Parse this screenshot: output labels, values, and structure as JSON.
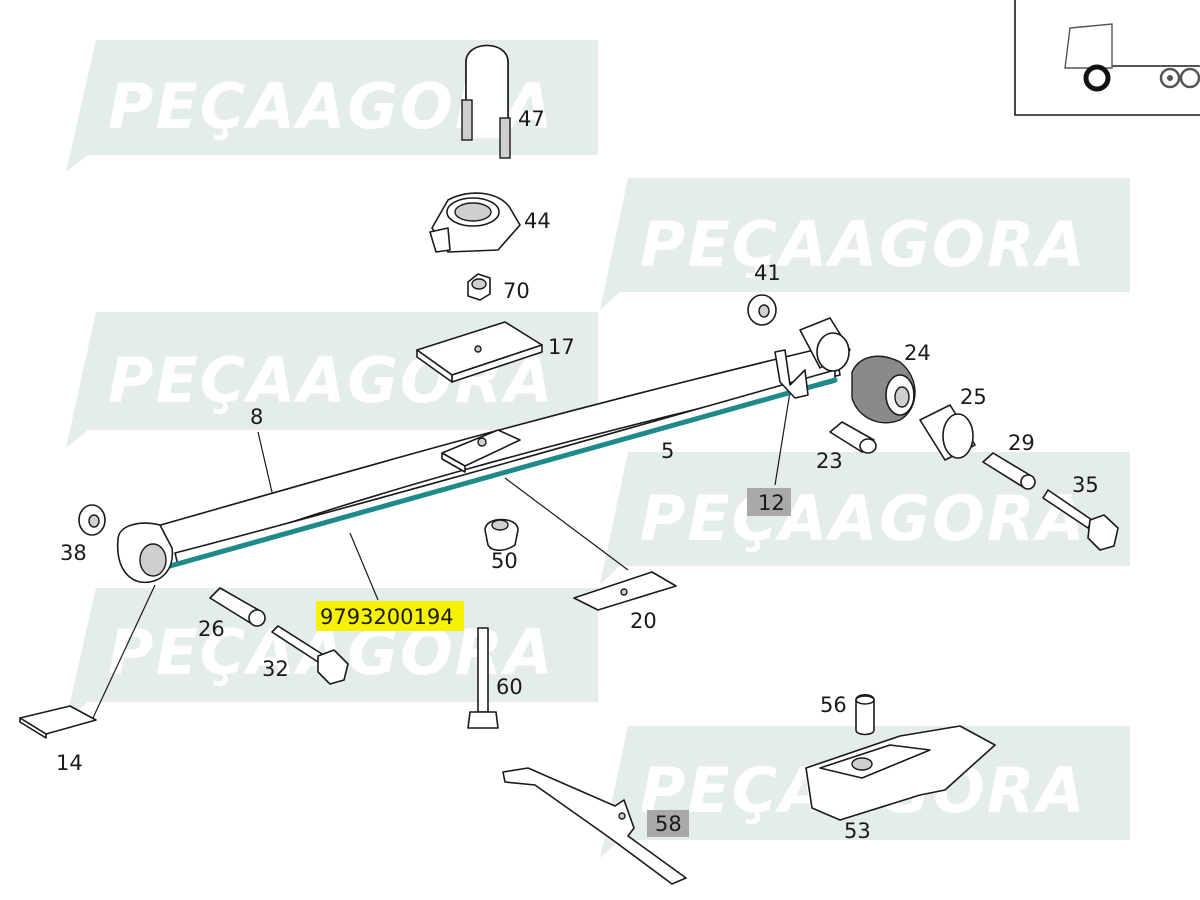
{
  "watermark": {
    "text": "PEÇAAGORA"
  },
  "callouts": [
    {
      "id": "47",
      "text": "47",
      "style": "plain"
    },
    {
      "id": "44",
      "text": "44",
      "style": "plain"
    },
    {
      "id": "70",
      "text": "70",
      "style": "plain"
    },
    {
      "id": "17",
      "text": "17",
      "style": "plain"
    },
    {
      "id": "41",
      "text": "41",
      "style": "plain"
    },
    {
      "id": "24",
      "text": "24",
      "style": "plain"
    },
    {
      "id": "25",
      "text": "25",
      "style": "plain"
    },
    {
      "id": "29",
      "text": "29",
      "style": "plain"
    },
    {
      "id": "35",
      "text": "35",
      "style": "plain"
    },
    {
      "id": "23",
      "text": "23",
      "style": "plain"
    },
    {
      "id": "12",
      "text": "12",
      "style": "gray"
    },
    {
      "id": "8",
      "text": "8",
      "style": "plain"
    },
    {
      "id": "5",
      "text": "5",
      "style": "plain"
    },
    {
      "id": "38",
      "text": "38",
      "style": "plain"
    },
    {
      "id": "50",
      "text": "50",
      "style": "plain"
    },
    {
      "id": "20",
      "text": "20",
      "style": "plain"
    },
    {
      "id": "26",
      "text": "26",
      "style": "plain"
    },
    {
      "id": "32",
      "text": "32",
      "style": "plain"
    },
    {
      "id": "60",
      "text": "60",
      "style": "plain"
    },
    {
      "id": "14",
      "text": "14",
      "style": "plain"
    },
    {
      "id": "56",
      "text": "56",
      "style": "plain"
    },
    {
      "id": "53",
      "text": "53",
      "style": "plain"
    },
    {
      "id": "58",
      "text": "58",
      "style": "gray"
    }
  ],
  "highlighted_part": {
    "number": "9793200194",
    "highlight_color": "#f6f200"
  },
  "colors": {
    "highlight_leaf": "#1e8a8a",
    "watermark": "#e4ecec",
    "label_gray": "#a9a9a9"
  }
}
